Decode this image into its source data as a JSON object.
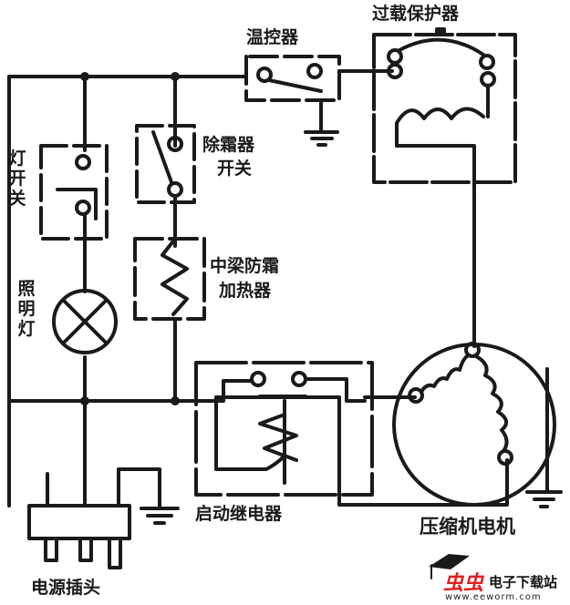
{
  "diagram": {
    "title": "冰箱电路原理图",
    "colors": {
      "line": "#1a1a1a",
      "background": "#ffffff",
      "brand_red": "#e02020"
    },
    "labels": {
      "thermostat": "温控器",
      "overload_protector": "过载保护器",
      "light_switch": "灯开关",
      "defrost_switch_line1": "除霜器",
      "defrost_switch_line2": "开关",
      "defrost_heater_line1": "中梁防霜",
      "defrost_heater_line2": "加热器",
      "lamp": "照明灯",
      "start_relay": "启动继电器",
      "compressor_motor": "压缩机电机",
      "power_plug": "电源插头"
    },
    "components": [
      {
        "id": "thermostat",
        "type": "switch"
      },
      {
        "id": "overload_protector",
        "type": "thermal-protector"
      },
      {
        "id": "light_switch",
        "type": "push-switch"
      },
      {
        "id": "defrost_switch",
        "type": "switch"
      },
      {
        "id": "defrost_heater",
        "type": "resistor"
      },
      {
        "id": "lamp",
        "type": "lamp"
      },
      {
        "id": "start_relay",
        "type": "relay"
      },
      {
        "id": "compressor_motor",
        "type": "motor"
      },
      {
        "id": "power_plug",
        "type": "plug"
      },
      {
        "id": "ground",
        "type": "ground",
        "count": 3
      }
    ]
  },
  "watermark": {
    "brand": "虫虫",
    "name": "电子下载站",
    "url": "www.eeworm.com"
  }
}
